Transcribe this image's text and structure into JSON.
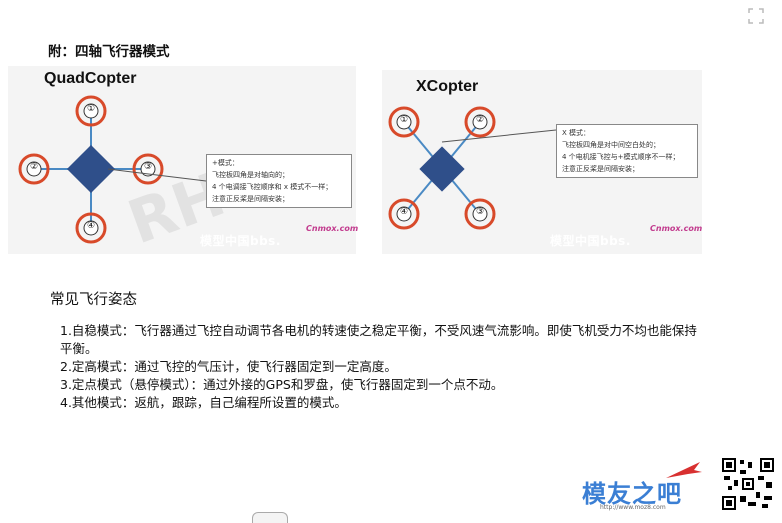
{
  "heading": "附：四轴飞行器模式",
  "quad": {
    "title": "QuadCopter",
    "motors": [
      "①",
      "②",
      "③",
      "④"
    ],
    "callout_lines": [
      "+模式：",
      "飞控板四角是对轴向的；",
      "4 个电调接飞控顺序和 x 模式不一样；",
      "注意正反桨是间隔安装；"
    ],
    "watermark": "模型中国bbs.",
    "brand": "Cnmox.com"
  },
  "xcopter": {
    "title": "XCopter",
    "motors": [
      "①",
      "②",
      "③",
      "④"
    ],
    "callout_lines": [
      "X 模式：",
      "飞控板四角是对中间空白处的；",
      "4 个电机接飞控与+模式顺序不一样；",
      "注意正反桨是间隔安装；"
    ],
    "watermark": "模型中国bbs.",
    "brand": "Cnmox.com"
  },
  "section_title": "常见飞行姿态",
  "modes": [
    "1.自稳模式：飞行器通过飞控自动调节各电机的转速使之稳定平衡，不受风速气流影响。即使飞机受力不均也能保持平衡。",
    "2.定高模式：通过飞控的气压计，使飞行器固定到一定高度。",
    "3.定点模式（悬停模式）：通过外接的GPS和罗盘，使飞行器固定到一个点不动。",
    "4.其他模式：返航，跟踪，自己编程所设置的模式。"
  ],
  "logo": {
    "text": "模友之吧",
    "url": "http://www.moz8.com"
  },
  "icons": {
    "fullscreen": "fullscreen-icon"
  }
}
